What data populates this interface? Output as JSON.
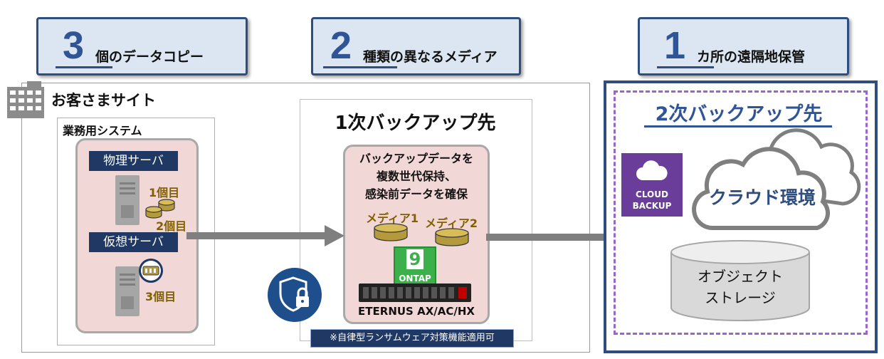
{
  "headers": [
    {
      "num": "3",
      "label": "個のデータコピー"
    },
    {
      "num": "2",
      "label": "種類の異なるメディア"
    },
    {
      "num": "1",
      "label": "カ所の遠隔地保管"
    }
  ],
  "customer_site": {
    "title": "お客さまサイト",
    "business_system": {
      "title": "業務用システム",
      "physical_server": "物理サーバ",
      "virtual_server": "仮想サーバ",
      "copy1": "1個目",
      "copy2": "2個目",
      "copy3": "3個目"
    },
    "primary": {
      "title": "1次バックアップ先",
      "description": [
        "バックアップデータを",
        "複数世代保持、",
        "感染前データを確保"
      ],
      "media1": "メディア1",
      "media2": "メディア2",
      "ontap_number": "9",
      "ontap_label": "ONTAP",
      "storage_label": "ETERNUS AX/AC/HX",
      "ransomware_note": "※自律型ランサムウェア対策機能適用可"
    }
  },
  "secondary": {
    "title": "2次バックアップ先",
    "cloud_backup_label": [
      "CLOUD",
      "BACKUP"
    ],
    "cloud_env": "クラウド環境",
    "object_storage": [
      "オブジェクト",
      "ストレージ"
    ]
  },
  "colors": {
    "navy": "#1f3864",
    "blue": "#2f5597",
    "gold": "#806000",
    "pink": "#f2d7d7",
    "purple": "#6a3d9a",
    "dashed": "#9966cc"
  }
}
